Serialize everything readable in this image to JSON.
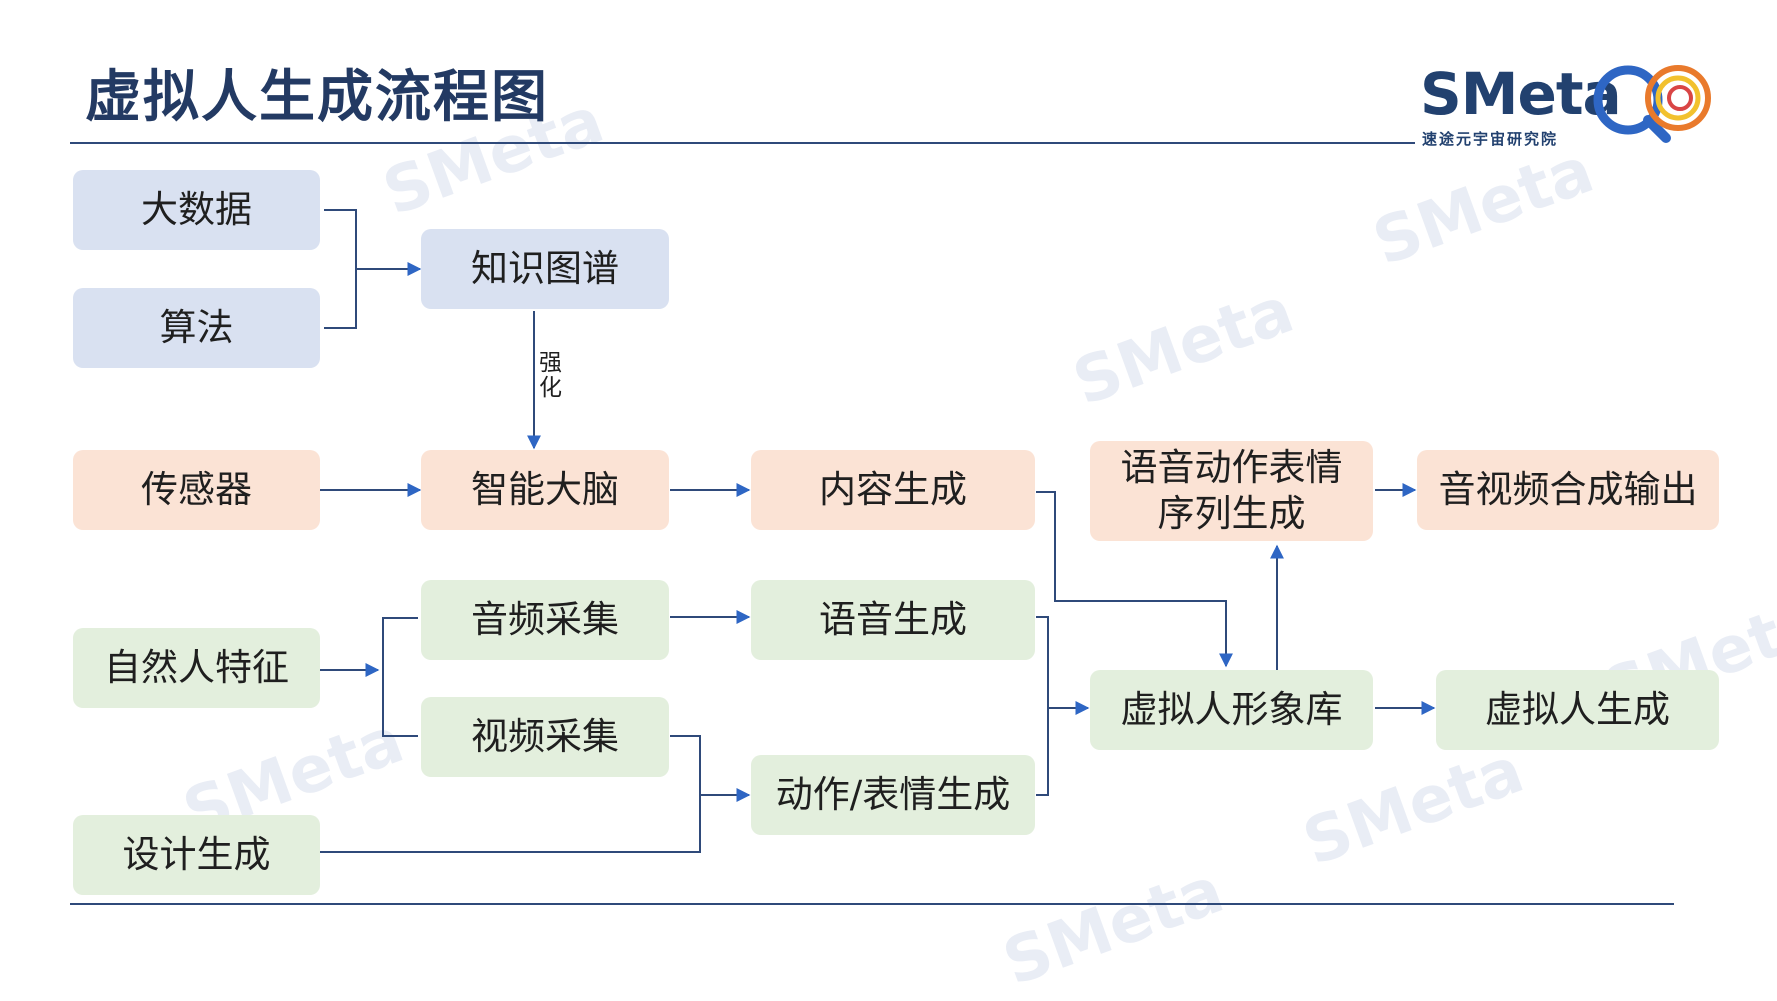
{
  "title": "虚拟人生成流程图",
  "logo": {
    "word": "SMeta",
    "subtitle": "速途元宇宙研究院"
  },
  "watermark": "SMeta",
  "colors": {
    "blue_box": "#d9e1f1",
    "orange_box": "#fbe3d5",
    "green_box": "#e3efdd",
    "line": "#2f4a7a",
    "arrow": "#2e66c4"
  },
  "nodes": {
    "big_data": "大数据",
    "algorithm": "算法",
    "knowledge_graph": "知识图谱",
    "sensor": "传感器",
    "smart_brain": "智能大脑",
    "content_gen": "内容生成",
    "speech_action_seq": [
      "语音动作表情",
      "序列生成"
    ],
    "av_output": "音视频合成输出",
    "natural_features": "自然人特征",
    "audio_capture": "音频采集",
    "video_capture": "视频采集",
    "design_gen": "设计生成",
    "speech_gen": "语音生成",
    "action_expr_gen": "动作/表情生成",
    "avatar_library": "虚拟人形象库",
    "avatar_gen": "虚拟人生成"
  },
  "edge_labels": {
    "reinforce": [
      "强",
      "化"
    ]
  }
}
